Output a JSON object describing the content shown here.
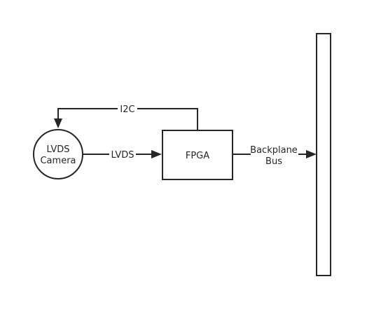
{
  "nodes": {
    "camera": {
      "line1": "LVDS",
      "line2": "Camera"
    },
    "fpga": {
      "label": "FPGA"
    },
    "bus": {
      "label": ""
    }
  },
  "edges": {
    "i2c": {
      "label": "I2C"
    },
    "lvds": {
      "label": "LVDS"
    },
    "backplane": {
      "line1": "Backplane",
      "line2": "Bus"
    }
  },
  "colors": {
    "stroke": "#262626",
    "background": "#ffffff"
  }
}
